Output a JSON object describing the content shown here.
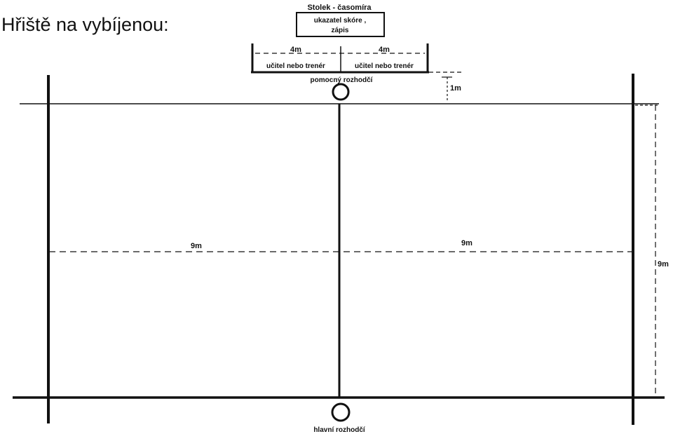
{
  "title": "Hřiště na vybíjenou:",
  "table": {
    "heading": "Stolek - časomíra",
    "box_line1": "ukazatel skóre ,",
    "box_line2": "zápis"
  },
  "bench": {
    "left_width": "4m",
    "right_width": "4m",
    "left_label": "učitel nebo trenér",
    "right_label": "učitel nebo trenér"
  },
  "assistant_referee": "pomocný rozhodčí",
  "main_referee": "hlavní rozhodčí",
  "dimensions": {
    "offset": "1m",
    "left_half": "9m",
    "right_half": "9m",
    "width": "9m"
  }
}
